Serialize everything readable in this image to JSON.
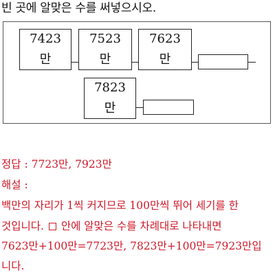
{
  "question": "빈 곳에 알맞은 수를 써넣으시오.",
  "boxes": [
    {
      "number": "7423",
      "unit": "만"
    },
    {
      "number": "7523",
      "unit": "만"
    },
    {
      "number": "7623",
      "unit": "만"
    },
    {
      "number": "7823",
      "unit": "만"
    }
  ],
  "answer": {
    "label": "정답 :",
    "value": "7723만,  7923만"
  },
  "explanation": {
    "label": "해설 :",
    "line1": "백만의 자리가 1씩 커지므로 100만씩 뛰어 세기를 한",
    "line2a": "것입니다.",
    "line2b": "안에 알맞은 수를 차례대로 나타내면",
    "line3": "7623만+100만=7723만,  7823만+100만=7923만입",
    "line4": "니다."
  }
}
